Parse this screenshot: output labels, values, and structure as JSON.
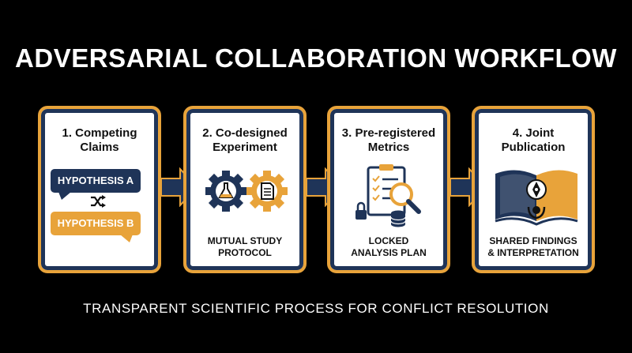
{
  "title": "ADVERSARIAL COLLABORATION WORKFLOW",
  "subtitle": "TRANSPARENT SCIENTIFIC PROCESS FOR CONFLICT RESOLUTION",
  "steps": [
    {
      "title": "1. Competing\nClaims",
      "hyp_a": "HYPOTHESIS A",
      "hyp_b": "HYPOTHESIS B",
      "caption": ""
    },
    {
      "title": "2. Co-designed\nExperiment",
      "caption": "MUTUAL STUDY\nPROTOCOL"
    },
    {
      "title": "3. Pre-registered\nMetrics",
      "caption": "LOCKED\nANALYSIS PLAN"
    },
    {
      "title": "4. Joint\nPublication",
      "caption": "SHARED FINDINGS\n& INTERPRETATION"
    }
  ],
  "colors": {
    "navy": "#1f3458",
    "orange": "#e8a33a",
    "background": "#000000"
  }
}
